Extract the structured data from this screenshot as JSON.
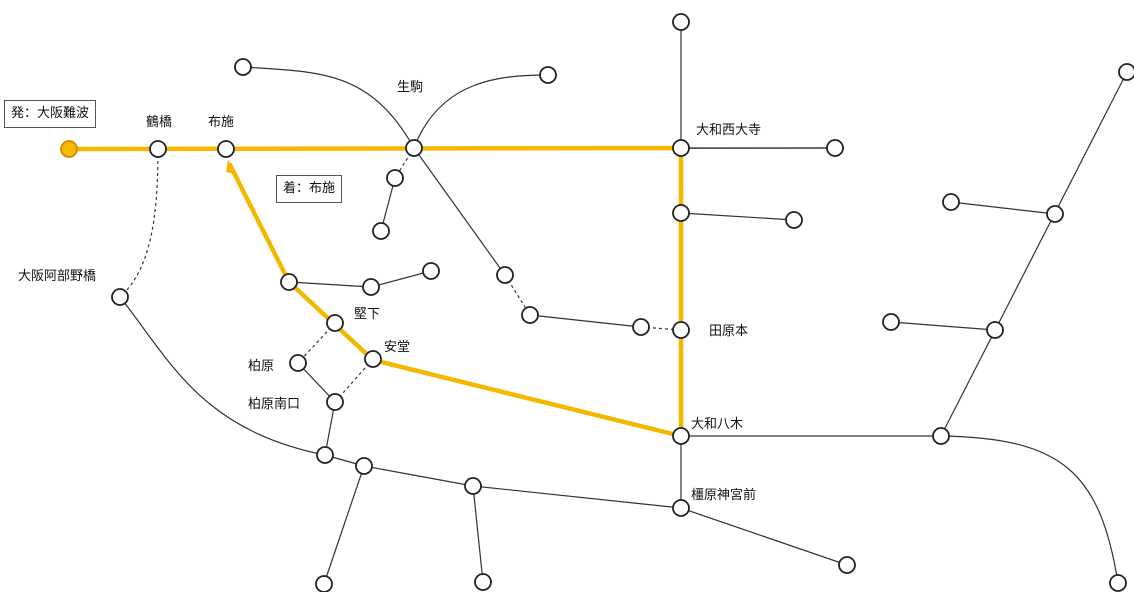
{
  "origin_box": "発：大阪難波",
  "destination_box": "着：布施",
  "route_color": "#F5B800",
  "stations": {
    "tsuruhashi": "鶴橋",
    "fuse": "布施",
    "ikoma": "生駒",
    "yamato_saidaiji": "大和西大寺",
    "osaka_abenobashi": "大阪阿部野橋",
    "katashimo": "堅下",
    "ando": "安堂",
    "kashiwara": "柏原",
    "kashiwara_minamiguchi": "柏原南口",
    "tawaramoto": "田原本",
    "yamato_yagi": "大和八木",
    "kashiharajingumae": "橿原神宮前"
  }
}
